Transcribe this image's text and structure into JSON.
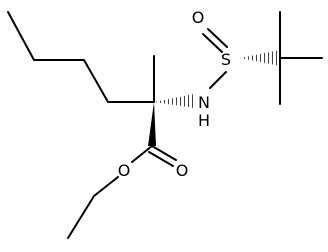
{
  "structure": {
    "atoms": {
      "sulfur": "S",
      "sulfinyl_oxygen": "O",
      "amine": "N",
      "amine_hydrogen": "H",
      "carbonyl_oxygen": "O",
      "ester_oxygen": "O"
    },
    "colors": {
      "bond": "#000000",
      "label": "#000000",
      "background": "#ffffff"
    }
  }
}
